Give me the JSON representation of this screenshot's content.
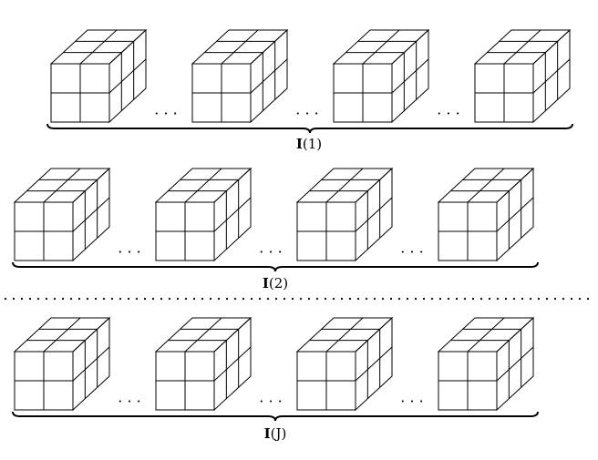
{
  "rows": [
    {
      "label_bold": "I",
      "label_rest": "(1)"
    },
    {
      "label_bold": "I",
      "label_rest": "(2)"
    },
    {
      "label_bold": "I",
      "label_rest": "(J)"
    }
  ],
  "ellipsis": "· · ·",
  "cube_grid": {
    "front_cols": 2,
    "front_rows": 2,
    "depth_cells": 3
  },
  "stroke_color": "#000000"
}
